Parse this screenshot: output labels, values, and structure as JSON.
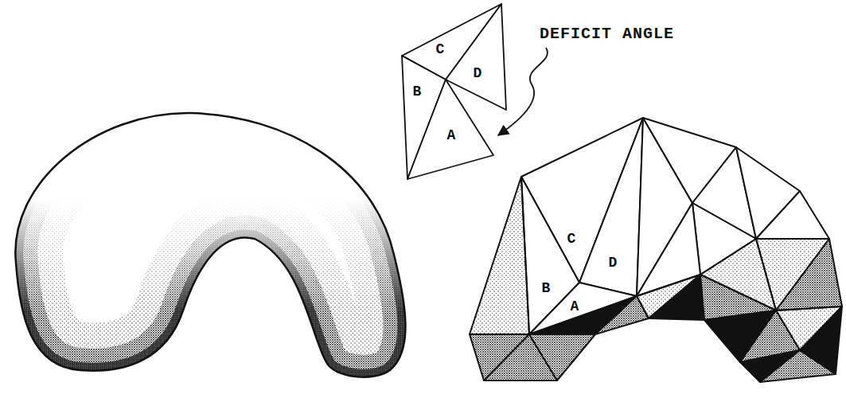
{
  "diagram": {
    "labels": [
      "DEFICIT ANGLE",
      "C",
      "D",
      "B",
      "A",
      "C",
      "D",
      "B",
      "A"
    ]
  }
}
